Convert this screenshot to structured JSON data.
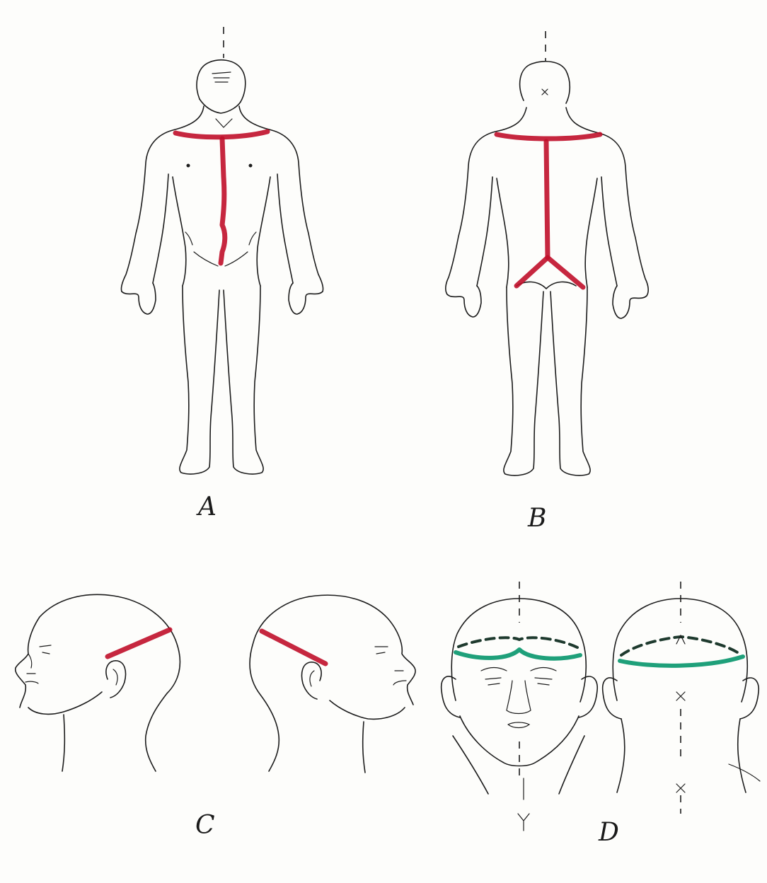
{
  "figure": {
    "panels": [
      {
        "label": "A"
      },
      {
        "label": "B"
      },
      {
        "label": "C"
      },
      {
        "label": "D"
      }
    ],
    "colors": {
      "incision_red": "#c0102a",
      "incision_green": "#1fa07a",
      "ink": "#1c1c1c",
      "paper": "#fdfdfb"
    }
  }
}
